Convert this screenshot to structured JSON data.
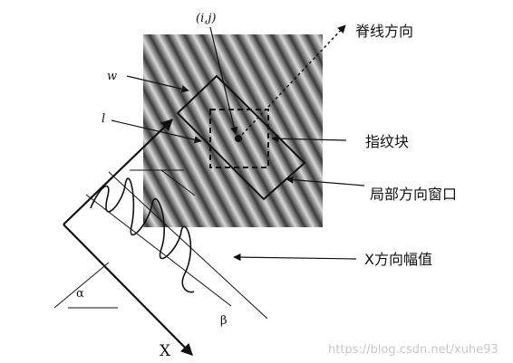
{
  "labels": {
    "ridge_direction": "脊线方向",
    "fingerprint_block": "指纹块",
    "local_direction_window": "局部方向窗口",
    "x_direction_amplitude": "X方向幅值",
    "pixel_ij": "(i,j)",
    "w": "w",
    "l": "l",
    "alpha": "α",
    "beta": "β",
    "x_axis": "X"
  },
  "watermark": "https://blog.csdn.net/xuhe93",
  "colors": {
    "ink": "#111111",
    "texture_dark": "#3a3a3a",
    "texture_light": "#d8d8d8",
    "watermark": "#c8c8c8"
  }
}
